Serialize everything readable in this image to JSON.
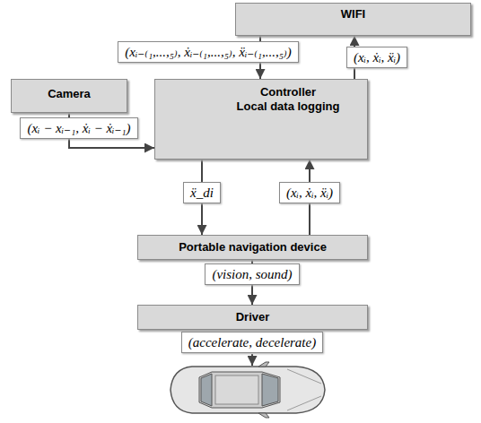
{
  "diagram": {
    "nodes": [
      {
        "text": [
          "WIFI"
        ]
      },
      {
        "text": [
          "Camera"
        ]
      },
      {
        "text": [
          "Controller",
          "Local data logging"
        ]
      },
      {
        "text": [
          "Portable navigation device"
        ]
      },
      {
        "text": [
          "Driver"
        ]
      }
    ],
    "edges": [
      {
        "from": 0,
        "to": 2,
        "arrow": "to",
        "label": "(xᵢ₋₍₁,...,₅₎, ẋᵢ₋₍₁,...,₅₎, ẍᵢ₋₍₁,...,₅₎)"
      },
      {
        "from": 2,
        "to": 0,
        "arrow": "to",
        "label": "(xᵢ, ẋᵢ, ẍᵢ)"
      },
      {
        "from": 1,
        "to": 2,
        "arrow": "to",
        "label": "(xᵢ − xᵢ₋₁, ẋᵢ − ẋᵢ₋₁)"
      },
      {
        "from": 2,
        "to": 3,
        "arrow": "to",
        "label": "ẍ_di"
      },
      {
        "from": 3,
        "to": 2,
        "arrow": "to",
        "label": "(xᵢ, ẋᵢ, ẍᵢ)"
      },
      {
        "from": 3,
        "to": 4,
        "arrow": "to",
        "label": "(vision, sound)"
      }
    ],
    "labels": [
      "(accelerate, decelerate)"
    ]
  }
}
